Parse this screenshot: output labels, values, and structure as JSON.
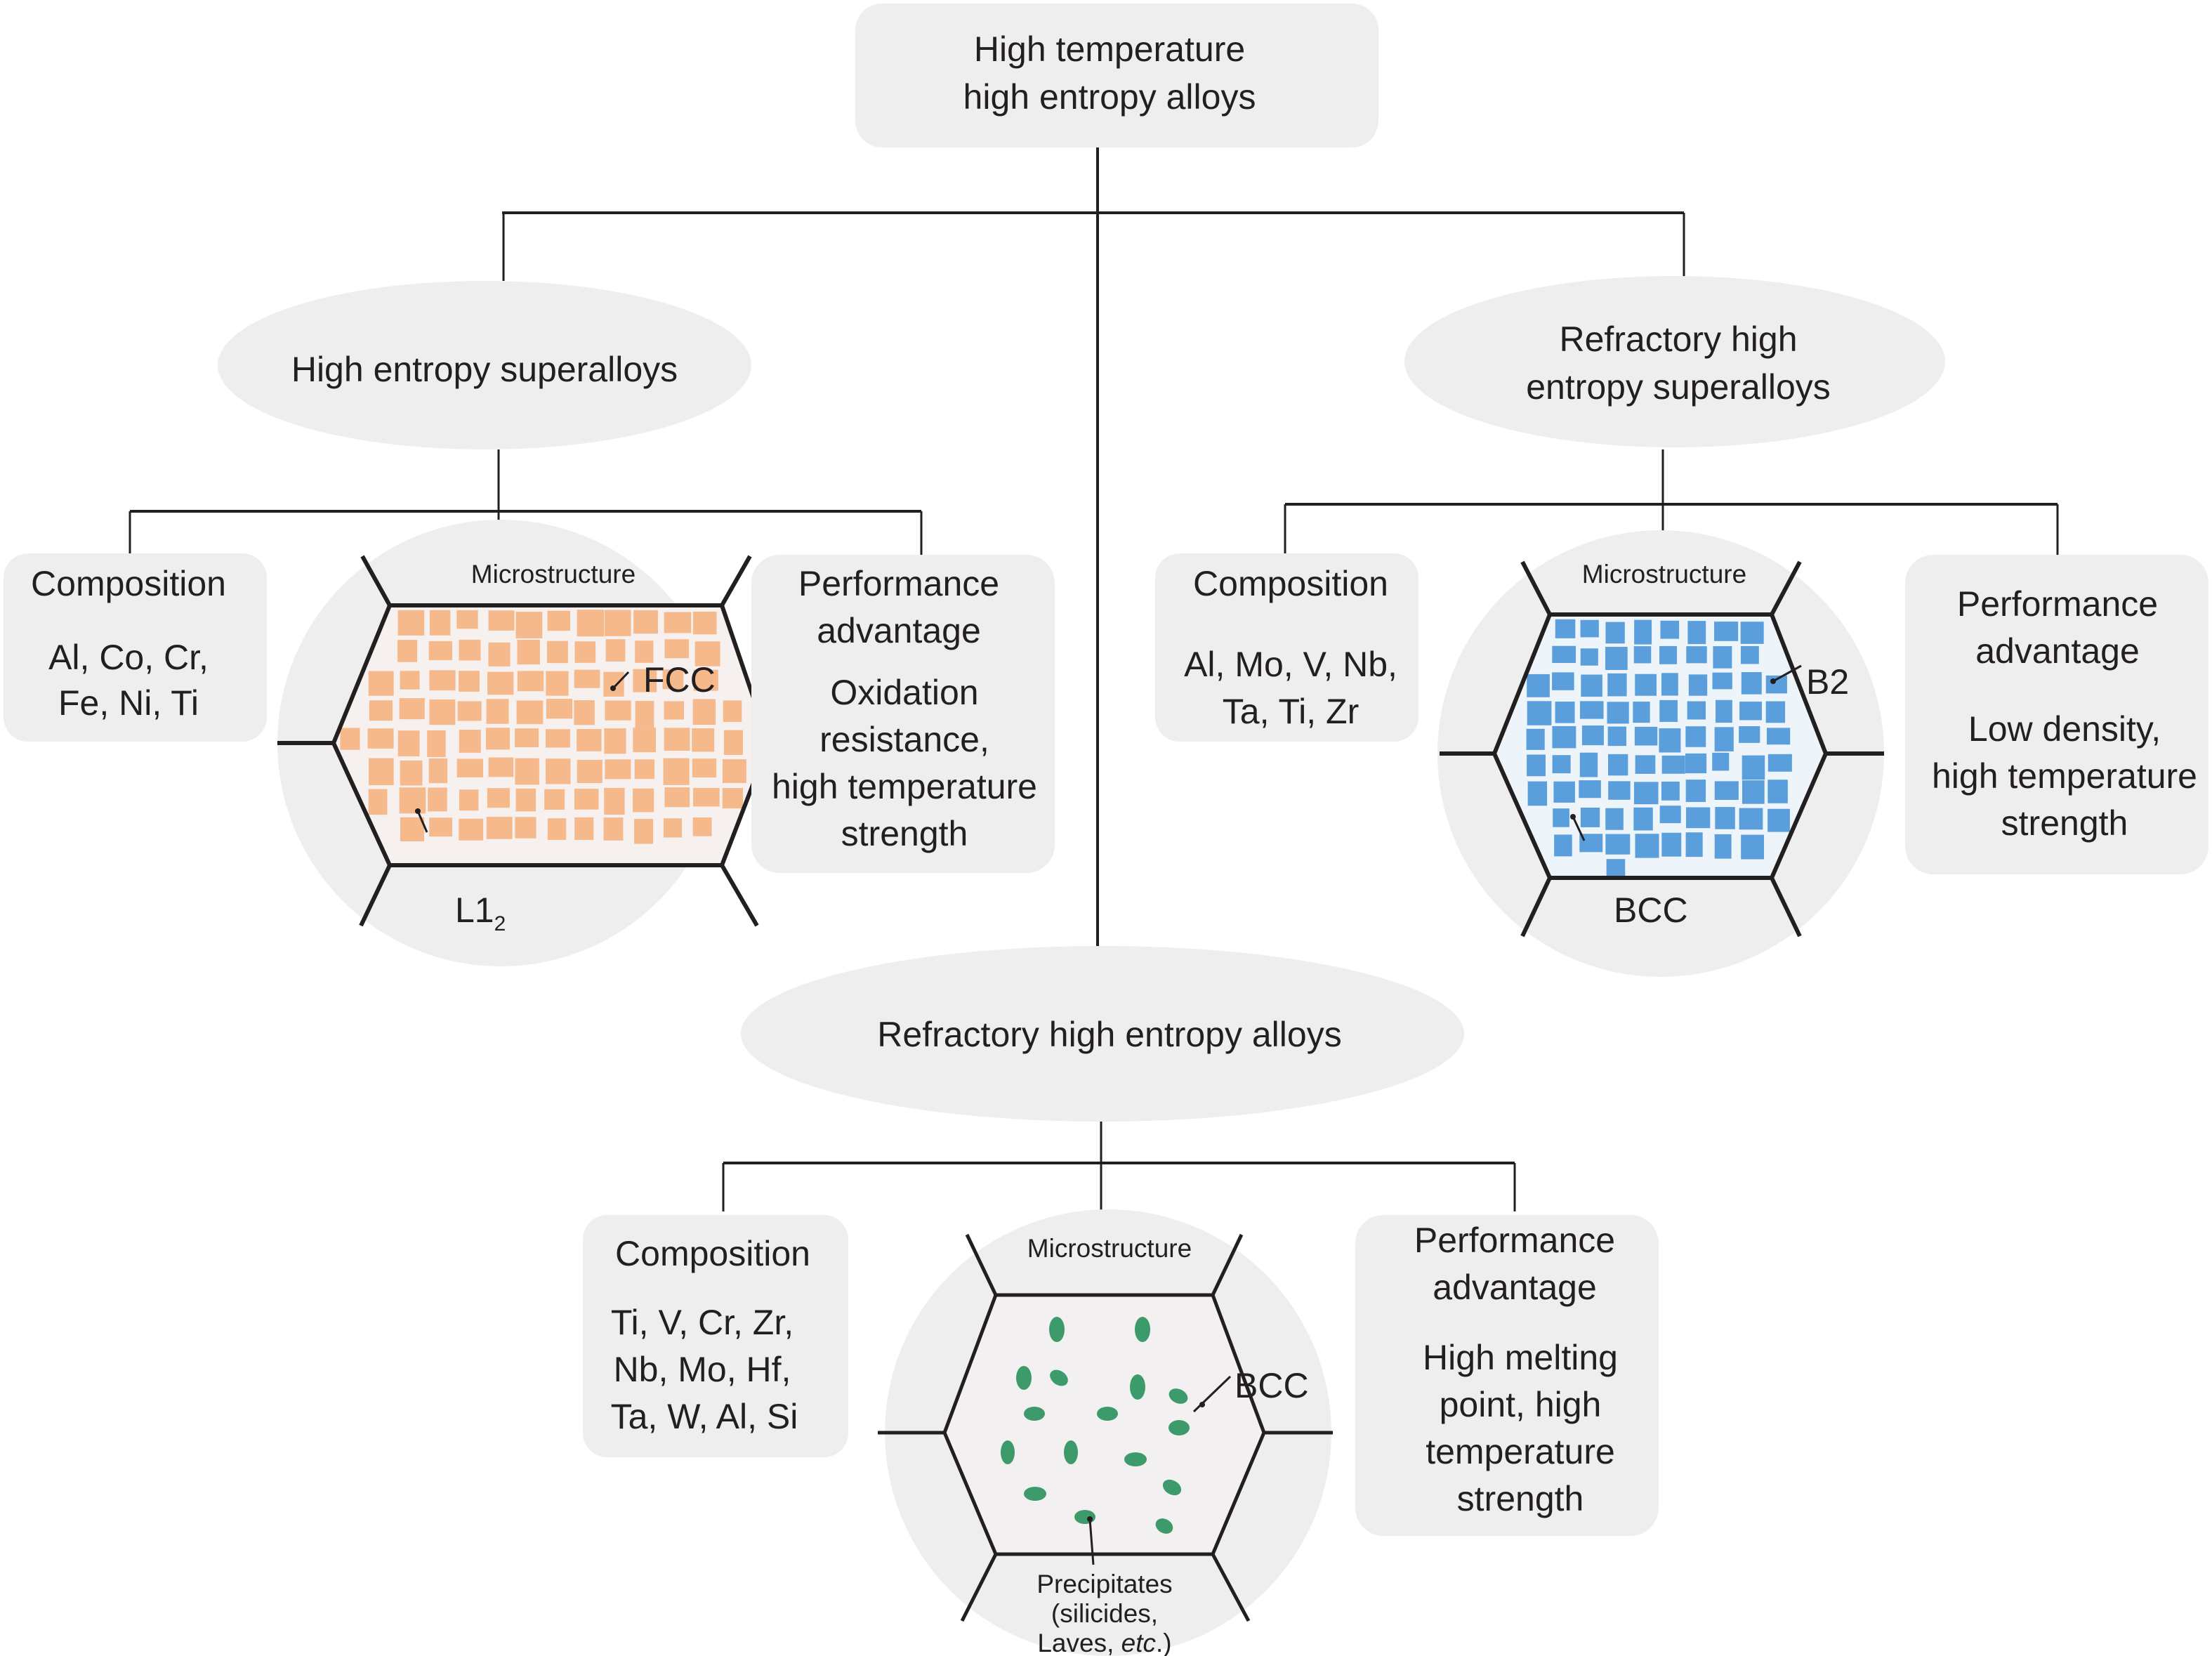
{
  "root": {
    "lines": [
      "High temperature",
      "high entropy alloys"
    ]
  },
  "branches": [
    {
      "id": "hesa",
      "title_lines": [
        "High entropy superalloys"
      ],
      "composition": {
        "heading": "Composition",
        "lines": [
          "Al, Co, Cr,",
          "Fe, Ni, Ti"
        ]
      },
      "microstructure": {
        "heading": "Microstructure",
        "matrix_label": "FCC",
        "precipitate_label": "L1",
        "precipitate_subscript": "2",
        "particle_shape": "cuboid",
        "particle_color": "#f5b98c"
      },
      "performance": {
        "heading_lines": [
          "Performance",
          "advantage"
        ],
        "lines": [
          "Oxidation",
          "resistance,",
          "high temperature",
          "strength"
        ]
      }
    },
    {
      "id": "rhesa",
      "title_lines": [
        "Refractory high",
        "entropy superalloys"
      ],
      "composition": {
        "heading": "Composition",
        "lines": [
          "Al, Mo, V, Nb,",
          "Ta, Ti, Zr"
        ]
      },
      "microstructure": {
        "heading": "Microstructure",
        "matrix_label": "BCC",
        "precipitate_label": "B2",
        "particle_shape": "cuboid",
        "particle_color": "#5a9fdc"
      },
      "performance": {
        "heading_lines": [
          "Performance",
          "advantage"
        ],
        "lines": [
          "Low density,",
          "high temperature",
          "strength"
        ]
      }
    },
    {
      "id": "rhea",
      "title_lines": [
        "Refractory high entropy alloys"
      ],
      "composition": {
        "heading": "Composition",
        "lines": [
          "Ti, V, Cr, Zr,",
          "Nb, Mo, Hf,",
          "Ta, W, Al, Si"
        ]
      },
      "microstructure": {
        "heading": "Microstructure",
        "matrix_label": "BCC",
        "precipitate_lines": [
          "Precipitates",
          "(silicides,",
          "Laves, etc.)"
        ],
        "particle_shape": "ellipse",
        "particle_color": "#3d9a6a"
      },
      "performance": {
        "heading_lines": [
          "Performance",
          "advantage"
        ],
        "lines": [
          "High melting",
          "point, high",
          "temperature",
          "strength"
        ]
      }
    }
  ],
  "colors": {
    "box_fill": "#eeeeee",
    "line": "#231f20",
    "text": "#231f20",
    "matrix_fill": "#f4f2f3"
  }
}
